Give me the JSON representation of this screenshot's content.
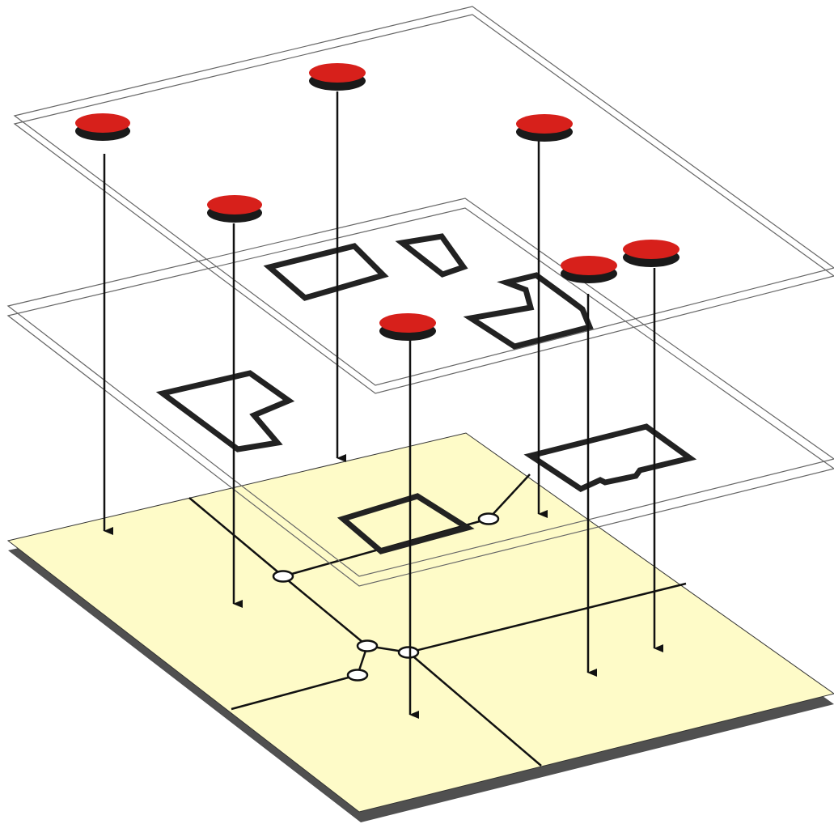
{
  "diagram": {
    "layers": [
      {
        "name": "point-features-layer",
        "kind": "transparent-sheet"
      },
      {
        "name": "polygon-features-layer",
        "kind": "transparent-sheet"
      },
      {
        "name": "base-network-layer",
        "kind": "filled-sheet"
      }
    ],
    "point_features": {
      "count": 7,
      "marker": "red-disc-pin"
    },
    "polygon_features": {
      "count": 6,
      "shape": "building-outline"
    },
    "network": {
      "line_count": 6,
      "node_count": 5
    },
    "colors": {
      "pin_top": "#d7201b",
      "pin_bottom": "#1a1a1a",
      "base_fill": "#fefbc8",
      "base_edge": "#505050",
      "ink": "#111111",
      "sheet_outline": "#666666"
    }
  }
}
